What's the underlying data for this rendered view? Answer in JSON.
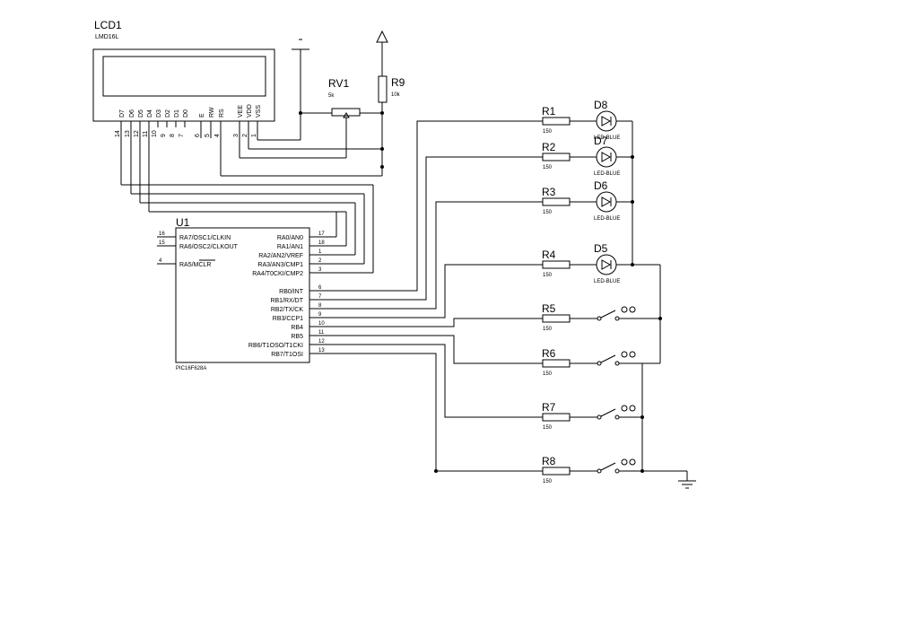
{
  "lcd": {
    "ref": "LCD1",
    "part": "LMD16L",
    "pin_names": [
      "D7",
      "D6",
      "D5",
      "D4",
      "D3",
      "D2",
      "D1",
      "D0",
      "E",
      "RW",
      "RS",
      "VEE",
      "VDD",
      "VSS"
    ],
    "pin_numbers": [
      "14",
      "13",
      "12",
      "11",
      "10",
      "9",
      "8",
      "7",
      "6",
      "5",
      "4",
      "3",
      "2",
      "1"
    ]
  },
  "mcu": {
    "ref": "U1",
    "part": "PIC16F628A",
    "left_pins": [
      {
        "name": "RA7/OSC1/CLKIN",
        "num": "16"
      },
      {
        "name": "RA6/OSC2/CLKOUT",
        "num": "15"
      },
      {
        "name": "RA5/MCLR",
        "num": "4"
      }
    ],
    "right_pins": [
      {
        "name": "RA0/AN0",
        "num": "17"
      },
      {
        "name": "RA1/AN1",
        "num": "18"
      },
      {
        "name": "RA2/AN2/VREF",
        "num": "1"
      },
      {
        "name": "RA3/AN3/CMP1",
        "num": "2"
      },
      {
        "name": "RA4/T0CKI/CMP2",
        "num": "3"
      },
      {
        "name": "RB0/INT",
        "num": "6"
      },
      {
        "name": "RB1/RX/DT",
        "num": "7"
      },
      {
        "name": "RB2/TX/CK",
        "num": "8"
      },
      {
        "name": "RB3/CCP1",
        "num": "9"
      },
      {
        "name": "RB4",
        "num": "10"
      },
      {
        "name": "RB5",
        "num": "11"
      },
      {
        "name": "RB6/T1OSO/T1CKI",
        "num": "12"
      },
      {
        "name": "RB7/T1OSI",
        "num": "13"
      }
    ]
  },
  "rv1": {
    "ref": "RV1",
    "value": "5k"
  },
  "r9": {
    "ref": "R9",
    "value": "10k"
  },
  "resistors": [
    {
      "ref": "R1",
      "value": "150"
    },
    {
      "ref": "R2",
      "value": "150"
    },
    {
      "ref": "R3",
      "value": "150"
    },
    {
      "ref": "R4",
      "value": "150"
    },
    {
      "ref": "R5",
      "value": "150"
    },
    {
      "ref": "R6",
      "value": "150"
    },
    {
      "ref": "R7",
      "value": "150"
    },
    {
      "ref": "R8",
      "value": "150"
    }
  ],
  "leds": [
    {
      "ref": "D8",
      "part": "LED-BLUE"
    },
    {
      "ref": "D7",
      "part": "LED-BLUE"
    },
    {
      "ref": "D6",
      "part": "LED-BLUE"
    },
    {
      "ref": "D5",
      "part": "LED-BLUE"
    }
  ]
}
